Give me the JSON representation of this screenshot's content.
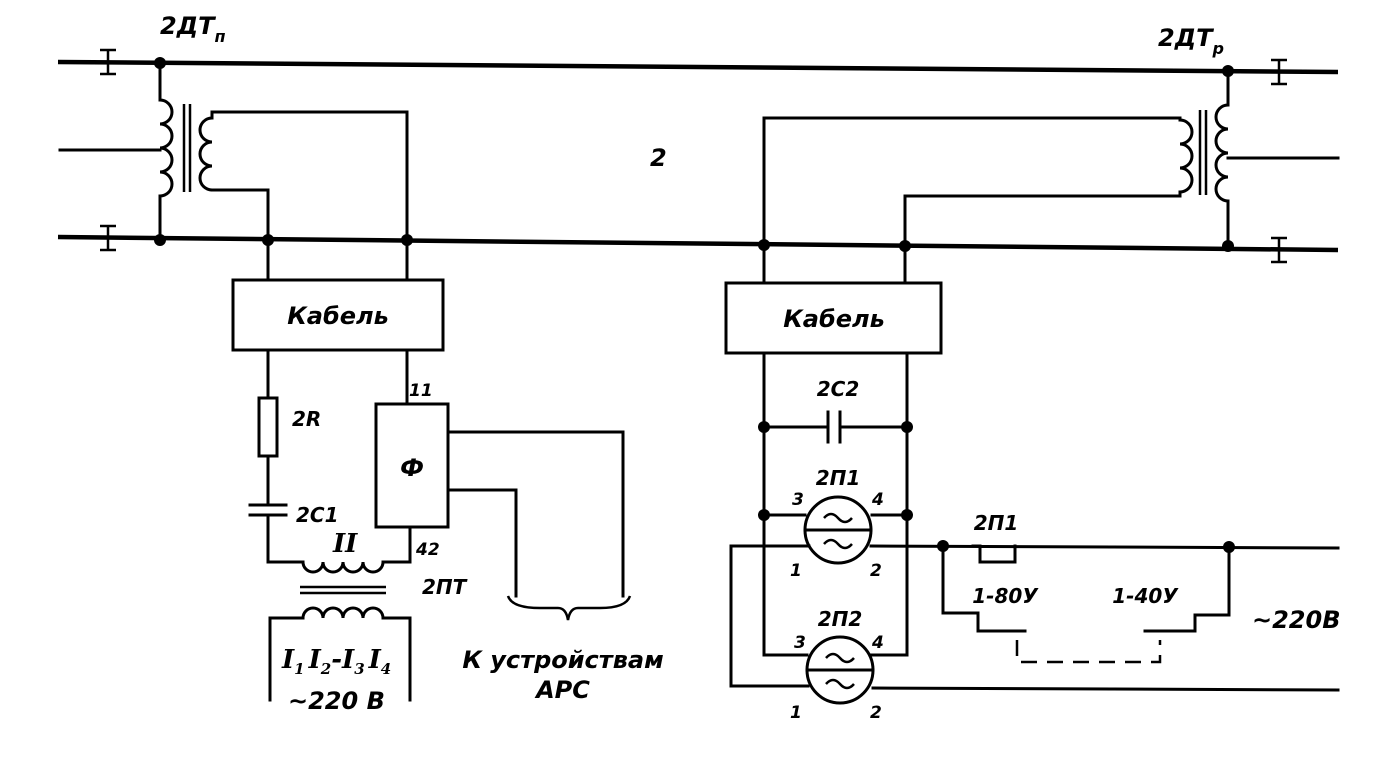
{
  "labels": {
    "track_transformer_left": "2ДТ",
    "track_transformer_left_sub": "п",
    "track_transformer_right": "2ДТ",
    "track_transformer_right_sub": "р",
    "track_circuit_number": "2",
    "cable_left": "Кабель",
    "cable_right": "Кабель",
    "resistor": "2R",
    "capacitor_1": "2С1",
    "capacitor_2": "2С2",
    "filter": "Ф",
    "terminal_11": "11",
    "terminal_42": "42",
    "winding_2": "II",
    "transformer_2pt": "2ПТ",
    "terminal_i1": "I",
    "terminal_i1_sub": "1",
    "terminal_i2": "I",
    "terminal_i2_sub": "2",
    "terminal_dash": "-",
    "terminal_i3": "I",
    "terminal_i3_sub": "3",
    "terminal_i4": "I",
    "terminal_i4_sub": "4",
    "supply_left": "~220 В",
    "to_devices_line1": "К устройствам",
    "to_devices_line2": "АРС",
    "relay_2p1": "2П1",
    "relay_2p2": "2П2",
    "relay_2p1_contact": "2П1",
    "pin_3a": "3",
    "pin_4a": "4",
    "pin_1a": "1",
    "pin_2a": "2",
    "pin_3b": "3",
    "pin_4b": "4",
    "pin_1b": "1",
    "pin_2b": "2",
    "switch_80": "1-80У",
    "switch_40": "1-40У",
    "supply_right": "~220В"
  }
}
